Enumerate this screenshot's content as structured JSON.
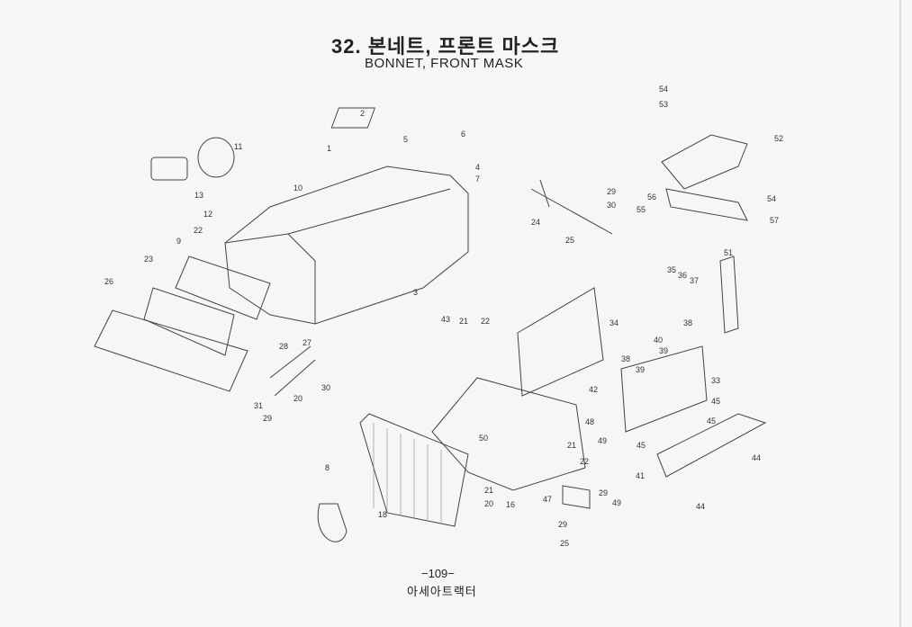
{
  "header": {
    "title_korean": "32. 본네트, 프론트 마스크",
    "title_english": "BONNET, FRONT MASK"
  },
  "footer": {
    "page_number": "−109−",
    "publisher": "아세아트랙터"
  },
  "callouts": [
    "2",
    "5",
    "6",
    "1",
    "4",
    "7",
    "10",
    "11",
    "13",
    "12",
    "22",
    "9",
    "23",
    "26",
    "3",
    "28",
    "27",
    "31",
    "29",
    "20",
    "30",
    "54",
    "53",
    "52",
    "56",
    "55",
    "54",
    "57",
    "29",
    "30",
    "24",
    "25",
    "51",
    "35",
    "36",
    "37",
    "38",
    "39",
    "40",
    "39",
    "38",
    "33",
    "42",
    "34",
    "43",
    "21",
    "22",
    "50",
    "48",
    "49",
    "45",
    "45",
    "45",
    "41",
    "44",
    "44",
    "47",
    "29",
    "49",
    "29",
    "25",
    "16",
    "21",
    "20",
    "22",
    "21",
    "8",
    "18"
  ]
}
